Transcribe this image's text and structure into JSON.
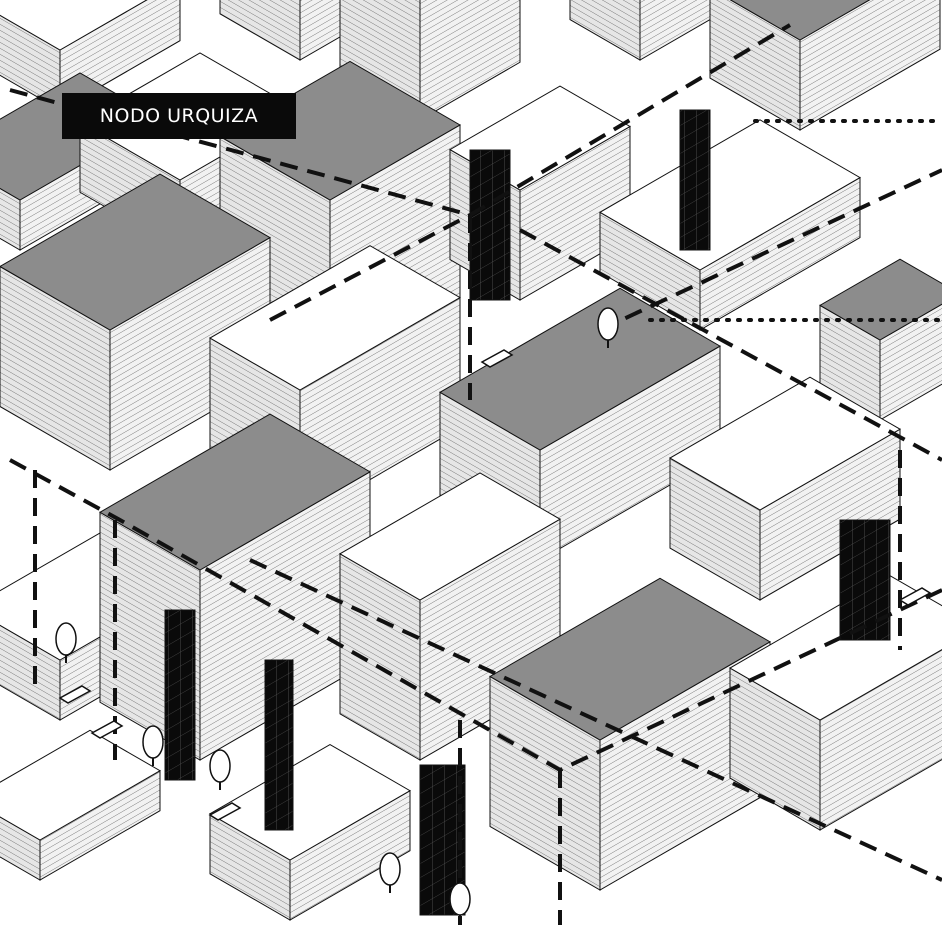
{
  "title": "NODO URQUIZA",
  "colors": {
    "background": "#ffffff",
    "roof_gray": "#8c8c8c",
    "roof_white": "#ffffff",
    "facade_light": "#efefef",
    "facade_dark": "#0a0a0a",
    "line": "#111111",
    "label_bg": "#0a0a0a",
    "label_text": "#ffffff"
  },
  "legend": {
    "boundary": "dashed-line",
    "connection": "dotted-line"
  }
}
